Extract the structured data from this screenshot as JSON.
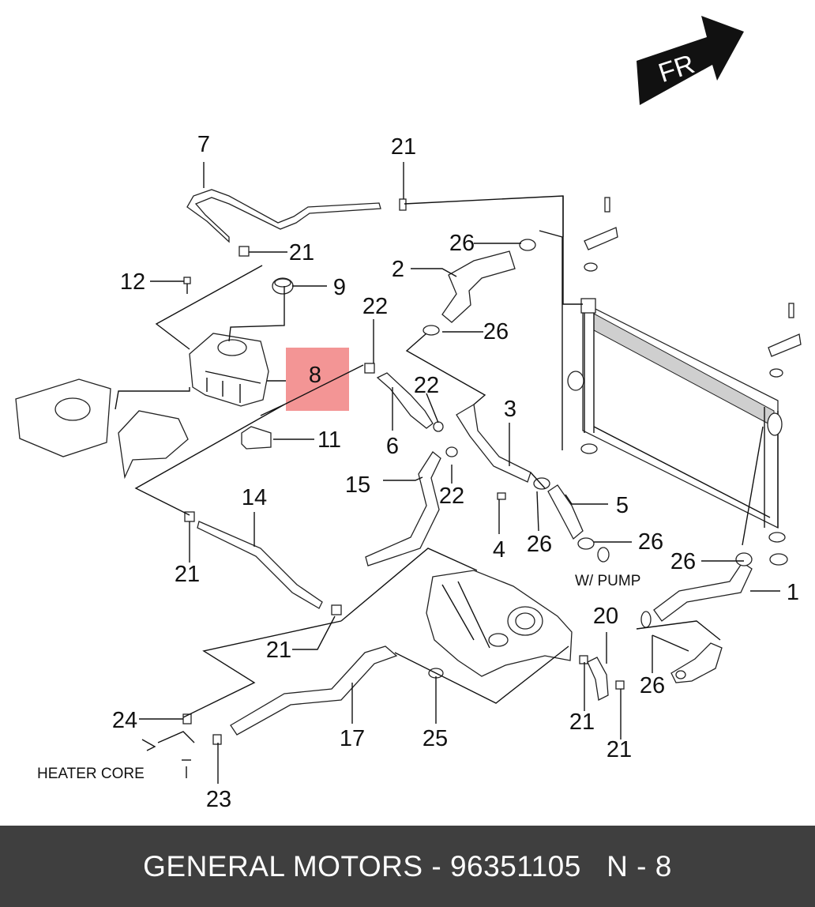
{
  "direction_arrow": {
    "label": "FR",
    "icon": "front-direction-arrow-icon"
  },
  "callouts": {
    "c1": "1",
    "c2": "2",
    "c3": "3",
    "c4": "4",
    "c5": "5",
    "c6": "6",
    "c7": "7",
    "c8": "8",
    "c9": "9",
    "c11": "11",
    "c12": "12",
    "c14": "14",
    "c15": "15",
    "c17": "17",
    "c20": "20",
    "c21": "21",
    "c22": "22",
    "c23": "23",
    "c24": "24",
    "c25": "25",
    "c26": "26"
  },
  "notes": {
    "pump": "W/ PUMP",
    "heater": "HEATER CORE"
  },
  "highlight": {
    "part": "8",
    "color": "#f28a8a"
  },
  "footer": {
    "text": "GENERAL MOTORS - 96351105   N - 8",
    "background": "#3f3f3f"
  }
}
